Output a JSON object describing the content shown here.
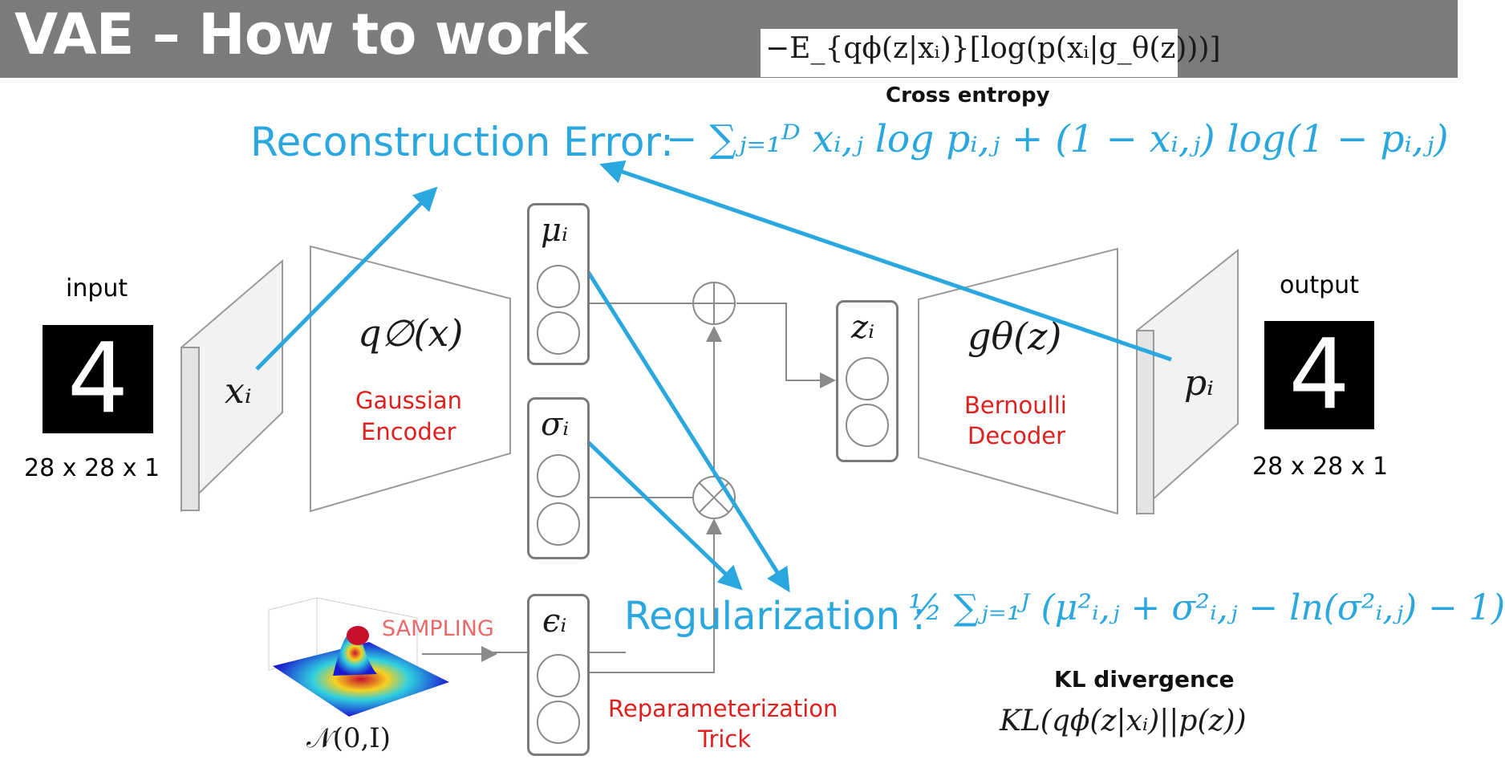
{
  "title": "VAE – How to work",
  "header_formula": "−E_{qϕ(z|xᵢ)}[log(p(xᵢ|g_θ(z)))]",
  "cross_entropy_label": "Cross entropy",
  "reconstruction": {
    "label": "Reconstruction Error:",
    "formula": "− ∑ⱼ₌₁ᴰ xᵢ,ⱼ log pᵢ,ⱼ + (1 − xᵢ,ⱼ) log(1 − pᵢ,ⱼ)"
  },
  "input": {
    "label": "input",
    "digit": "4",
    "size": "28 x 28 x 1"
  },
  "output": {
    "label": "output",
    "digit": "4",
    "size": "28 x 28 x 1"
  },
  "x_i": "xᵢ",
  "p_i": "pᵢ",
  "encoder": {
    "symbol": "q∅(x)",
    "line1": "Gaussian",
    "line2": "Encoder"
  },
  "decoder": {
    "symbol": "gθ(z)",
    "line1": "Bernoulli",
    "line2": "Decoder"
  },
  "mu": "μᵢ",
  "sigma": "σᵢ",
  "epsilon": "ϵᵢ",
  "z": "zᵢ",
  "plus": "⊕",
  "times": "⊗",
  "sampling": "SAMPLING",
  "normal": "𝒩(0,I)",
  "reparam": {
    "line1": "Reparameterization",
    "line2": "Trick"
  },
  "regularization": {
    "label": "Regularization :",
    "formula": "½ ∑ⱼ₌₁ᴶ (μ²ᵢ,ⱼ + σ²ᵢ,ⱼ − ln(σ²ᵢ,ⱼ) − 1)"
  },
  "kl_label": "KL divergence",
  "kl_formula": "KL(qϕ(z|xᵢ)||p(z))",
  "colors": {
    "accent": "#29a7de",
    "red": "#e0201e",
    "bar": "#7b7b7b"
  }
}
